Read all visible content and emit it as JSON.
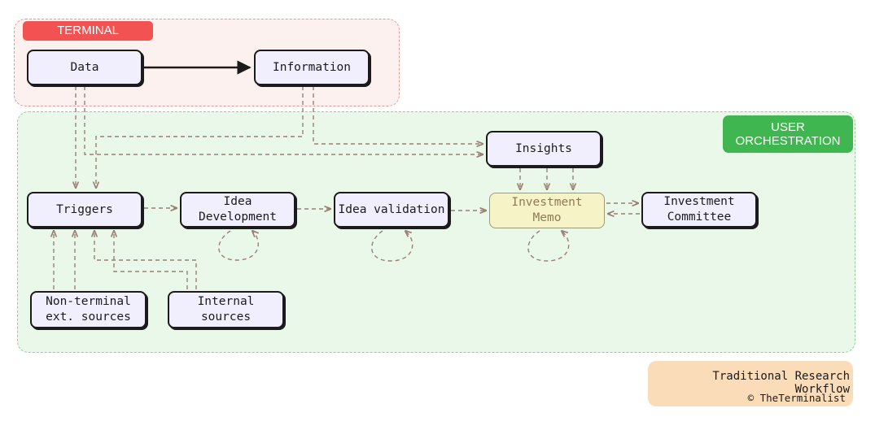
{
  "zones": {
    "terminal": {
      "label": "TERMINAL"
    },
    "user": {
      "label_line1": "USER",
      "label_line2": "ORCHESTRATION"
    }
  },
  "nodes": {
    "data": "Data",
    "information": "Information",
    "insights": "Insights",
    "triggers": "Triggers",
    "idea_development": {
      "line1": "Idea",
      "line2": "Development"
    },
    "idea_validation": "Idea validation",
    "investment_memo": {
      "line1": "Investment",
      "line2": "Memo"
    },
    "investment_committee": {
      "line1": "Investment",
      "line2": "Committee"
    },
    "nonterminal_sources": {
      "line1": "Non-terminal",
      "line2": "ext. sources"
    },
    "internal_sources": {
      "line1": "Internal",
      "line2": "sources"
    }
  },
  "footer": {
    "title": "Traditional Research Workflow",
    "credit": "© TheTerminalist"
  },
  "colors": {
    "terminal_tag": "#f35252",
    "user_tag": "#3fb650",
    "node_fill": "#f1effd",
    "memo_fill": "#f6f4c7",
    "dashed_arrow": "#9a7f74",
    "credit_box": "#fbdcb8"
  },
  "edges": [
    {
      "from": "data",
      "to": "information",
      "style": "solid"
    },
    {
      "from": "data",
      "to": "triggers",
      "style": "dashed"
    },
    {
      "from": "data",
      "to": "insights",
      "style": "dashed"
    },
    {
      "from": "information",
      "to": "triggers",
      "style": "dashed"
    },
    {
      "from": "information",
      "to": "insights",
      "style": "dashed"
    },
    {
      "from": "insights",
      "to": "investment_memo",
      "style": "dashed",
      "count": 3
    },
    {
      "from": "triggers",
      "to": "idea_development",
      "style": "dashed"
    },
    {
      "from": "idea_development",
      "to": "idea_validation",
      "style": "dashed"
    },
    {
      "from": "idea_validation",
      "to": "investment_memo",
      "style": "dashed"
    },
    {
      "from": "investment_memo",
      "to": "investment_committee",
      "style": "dashed"
    },
    {
      "from": "investment_committee",
      "to": "investment_memo",
      "style": "dashed"
    },
    {
      "from": "nonterminal_sources",
      "to": "triggers",
      "style": "dashed",
      "count": 2
    },
    {
      "from": "internal_sources",
      "to": "triggers",
      "style": "dashed",
      "count": 2
    },
    {
      "from": "idea_development",
      "to": "idea_development",
      "style": "dashed-loop"
    },
    {
      "from": "idea_validation",
      "to": "idea_validation",
      "style": "dashed-loop"
    },
    {
      "from": "investment_memo",
      "to": "investment_memo",
      "style": "dashed-loop"
    }
  ]
}
